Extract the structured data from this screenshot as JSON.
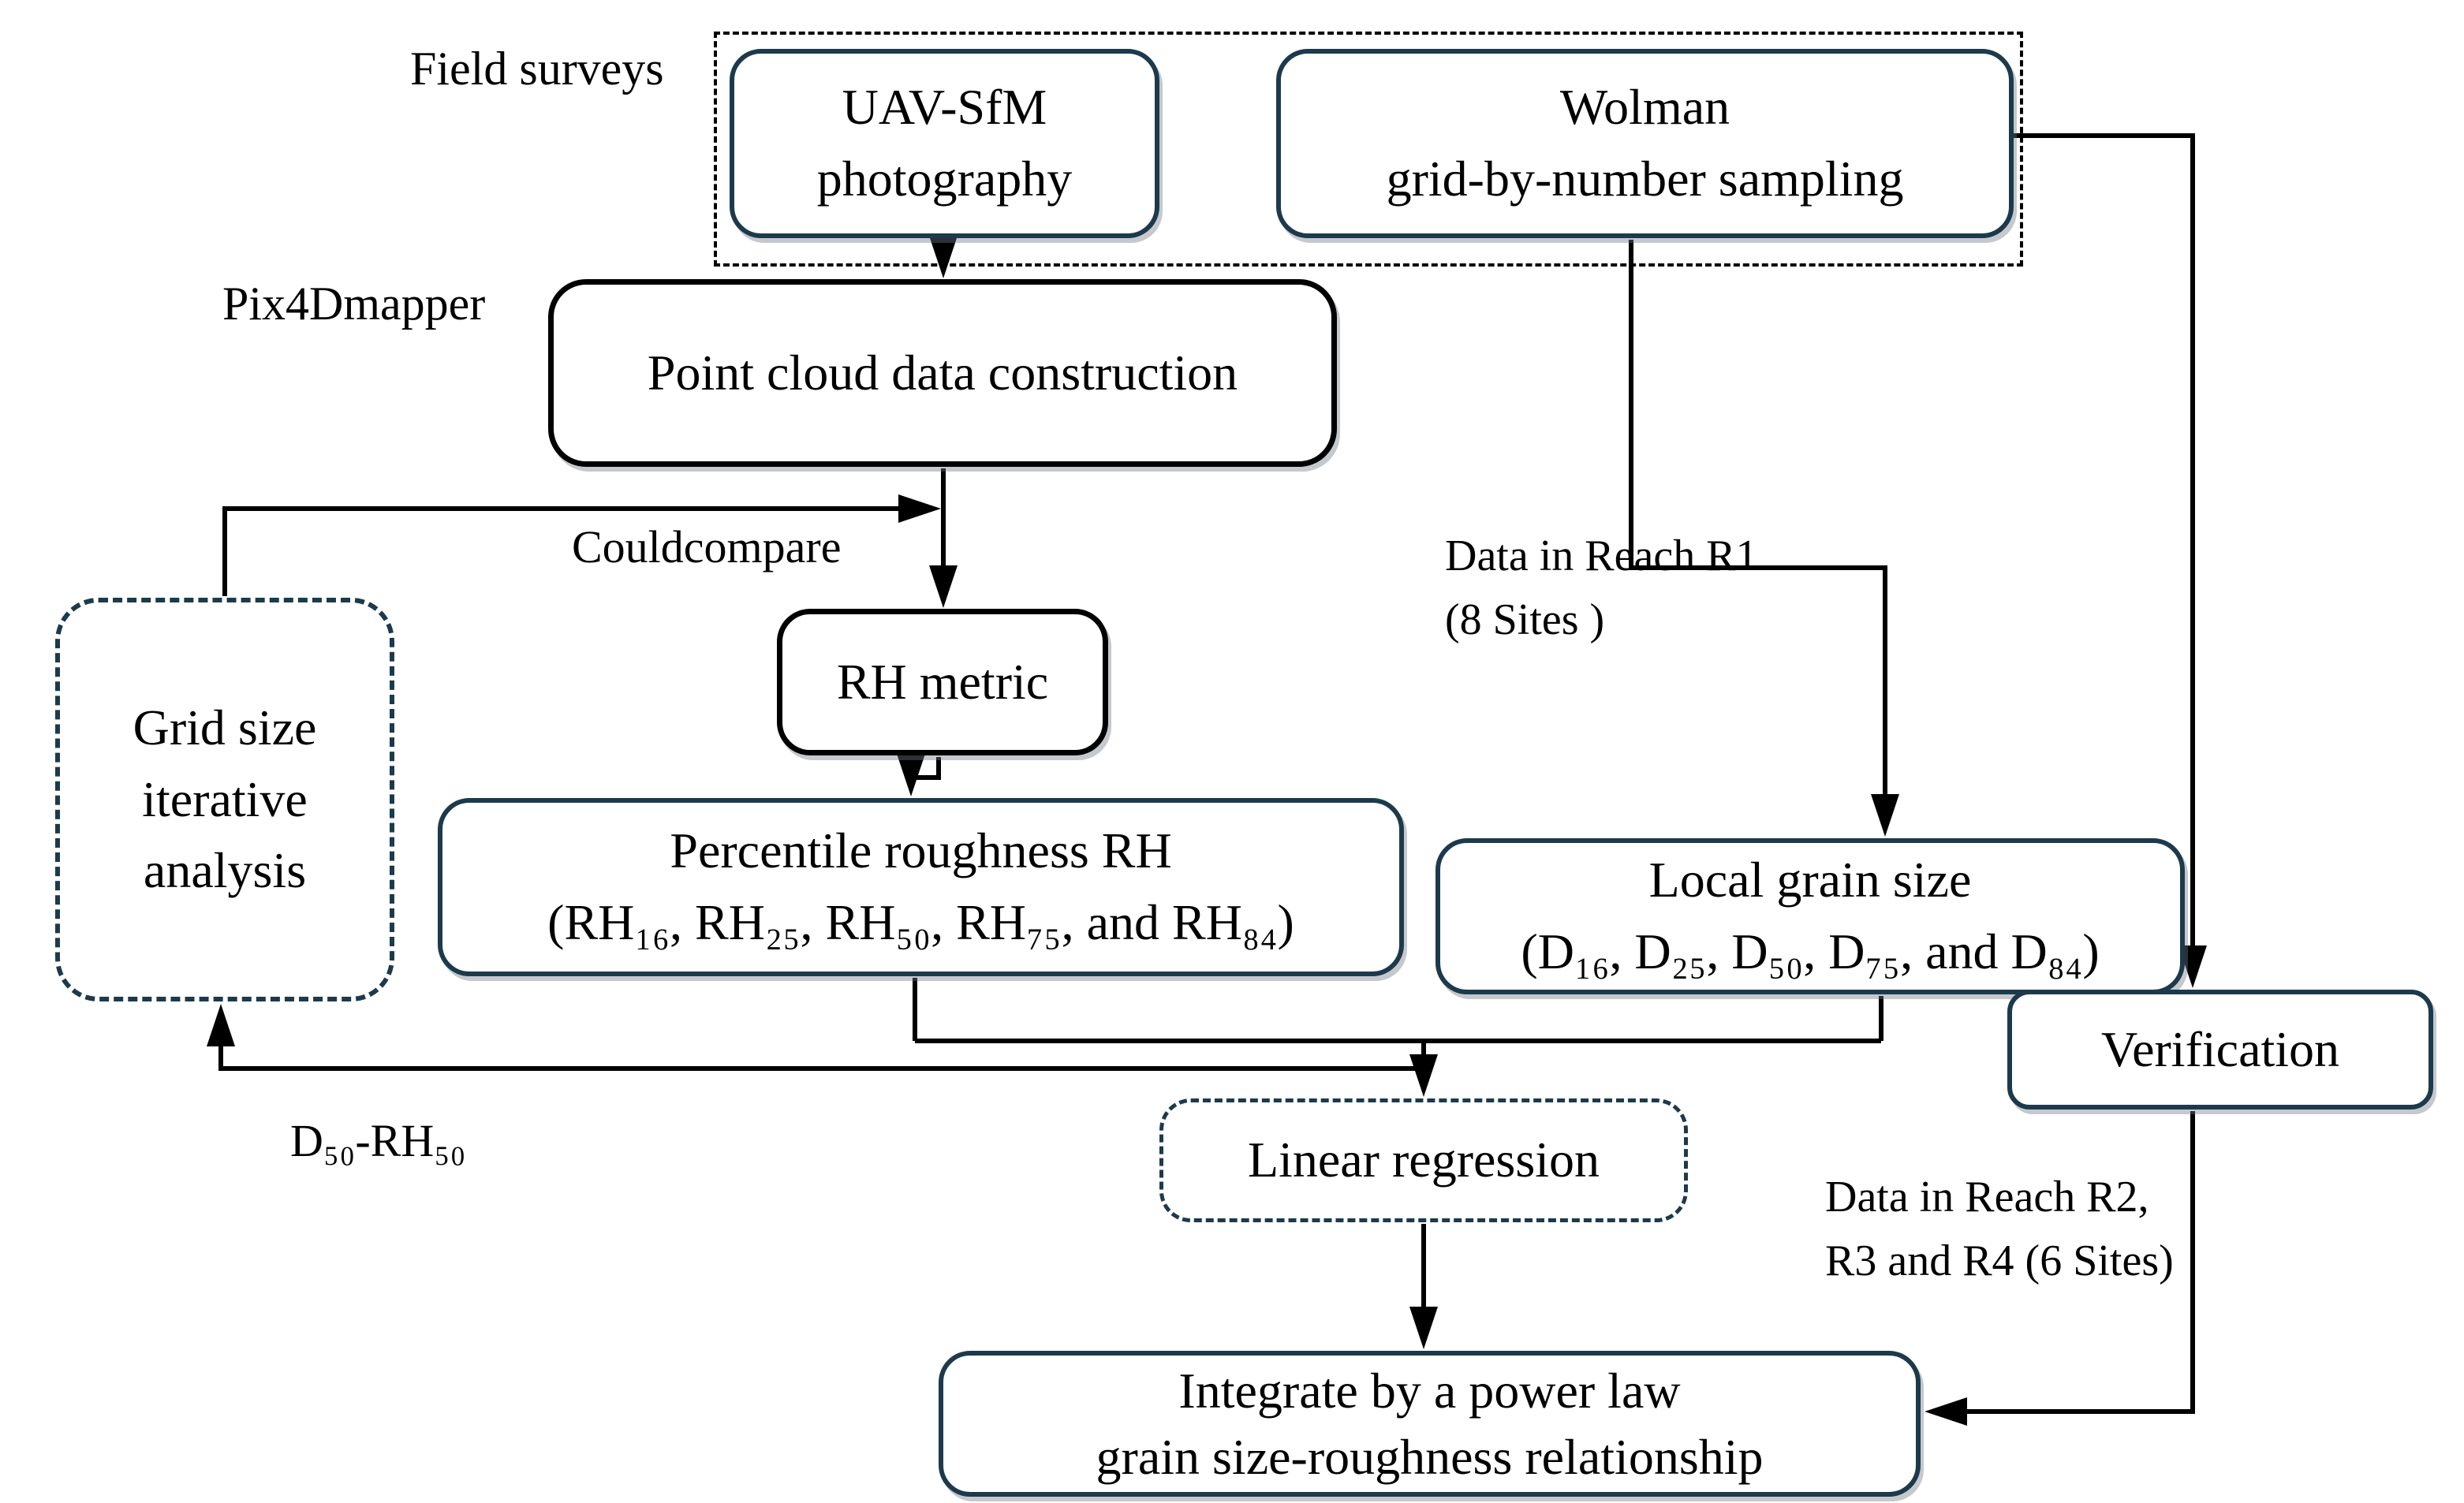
{
  "diagram": {
    "title_context": "Workflow flowchart",
    "colors": {
      "box_border_teal": "#1c3a4c",
      "line_black": "#000000",
      "background": "#ffffff"
    },
    "labels": {
      "field_surveys": "Field surveys",
      "pix4dmapper": "Pix4Dmapper",
      "couldcompare": "Couldcompare",
      "data_reach_r1_line1": "Data in Reach R1",
      "data_reach_r1_line2": "(8 Sites )",
      "d50_rh50": "D₅₀-RH₅₀",
      "data_reach_r2_line1": "Data in Reach R2,",
      "data_reach_r2_line2": "R3 and R4 (6 Sites)"
    },
    "nodes": {
      "uav": {
        "line1": "UAV-SfM",
        "line2": "photography"
      },
      "wolman": {
        "line1": "Wolman",
        "line2": "grid-by-number sampling"
      },
      "pointcloud": {
        "label": "Point cloud data construction"
      },
      "rh_metric": {
        "label": "RH metric"
      },
      "grid_size": {
        "line1": "Grid size",
        "line2": "iterative",
        "line3": "analysis"
      },
      "percentile": {
        "line1": "Percentile roughness RH",
        "line2": "(RH₁₆, RH₂₅, RH₅₀, RH₇₅, and RH₈₄)"
      },
      "local_grain": {
        "line1": "Local grain size",
        "line2": "(D₁₆, D₂₅, D₅₀, D₇₅, and D₈₄)"
      },
      "verification": {
        "label": "Verification"
      },
      "linear_regression": {
        "label": "Linear regression"
      },
      "integrate": {
        "line1": "Integrate by a power law",
        "line2": "grain size-roughness relationship"
      }
    }
  }
}
